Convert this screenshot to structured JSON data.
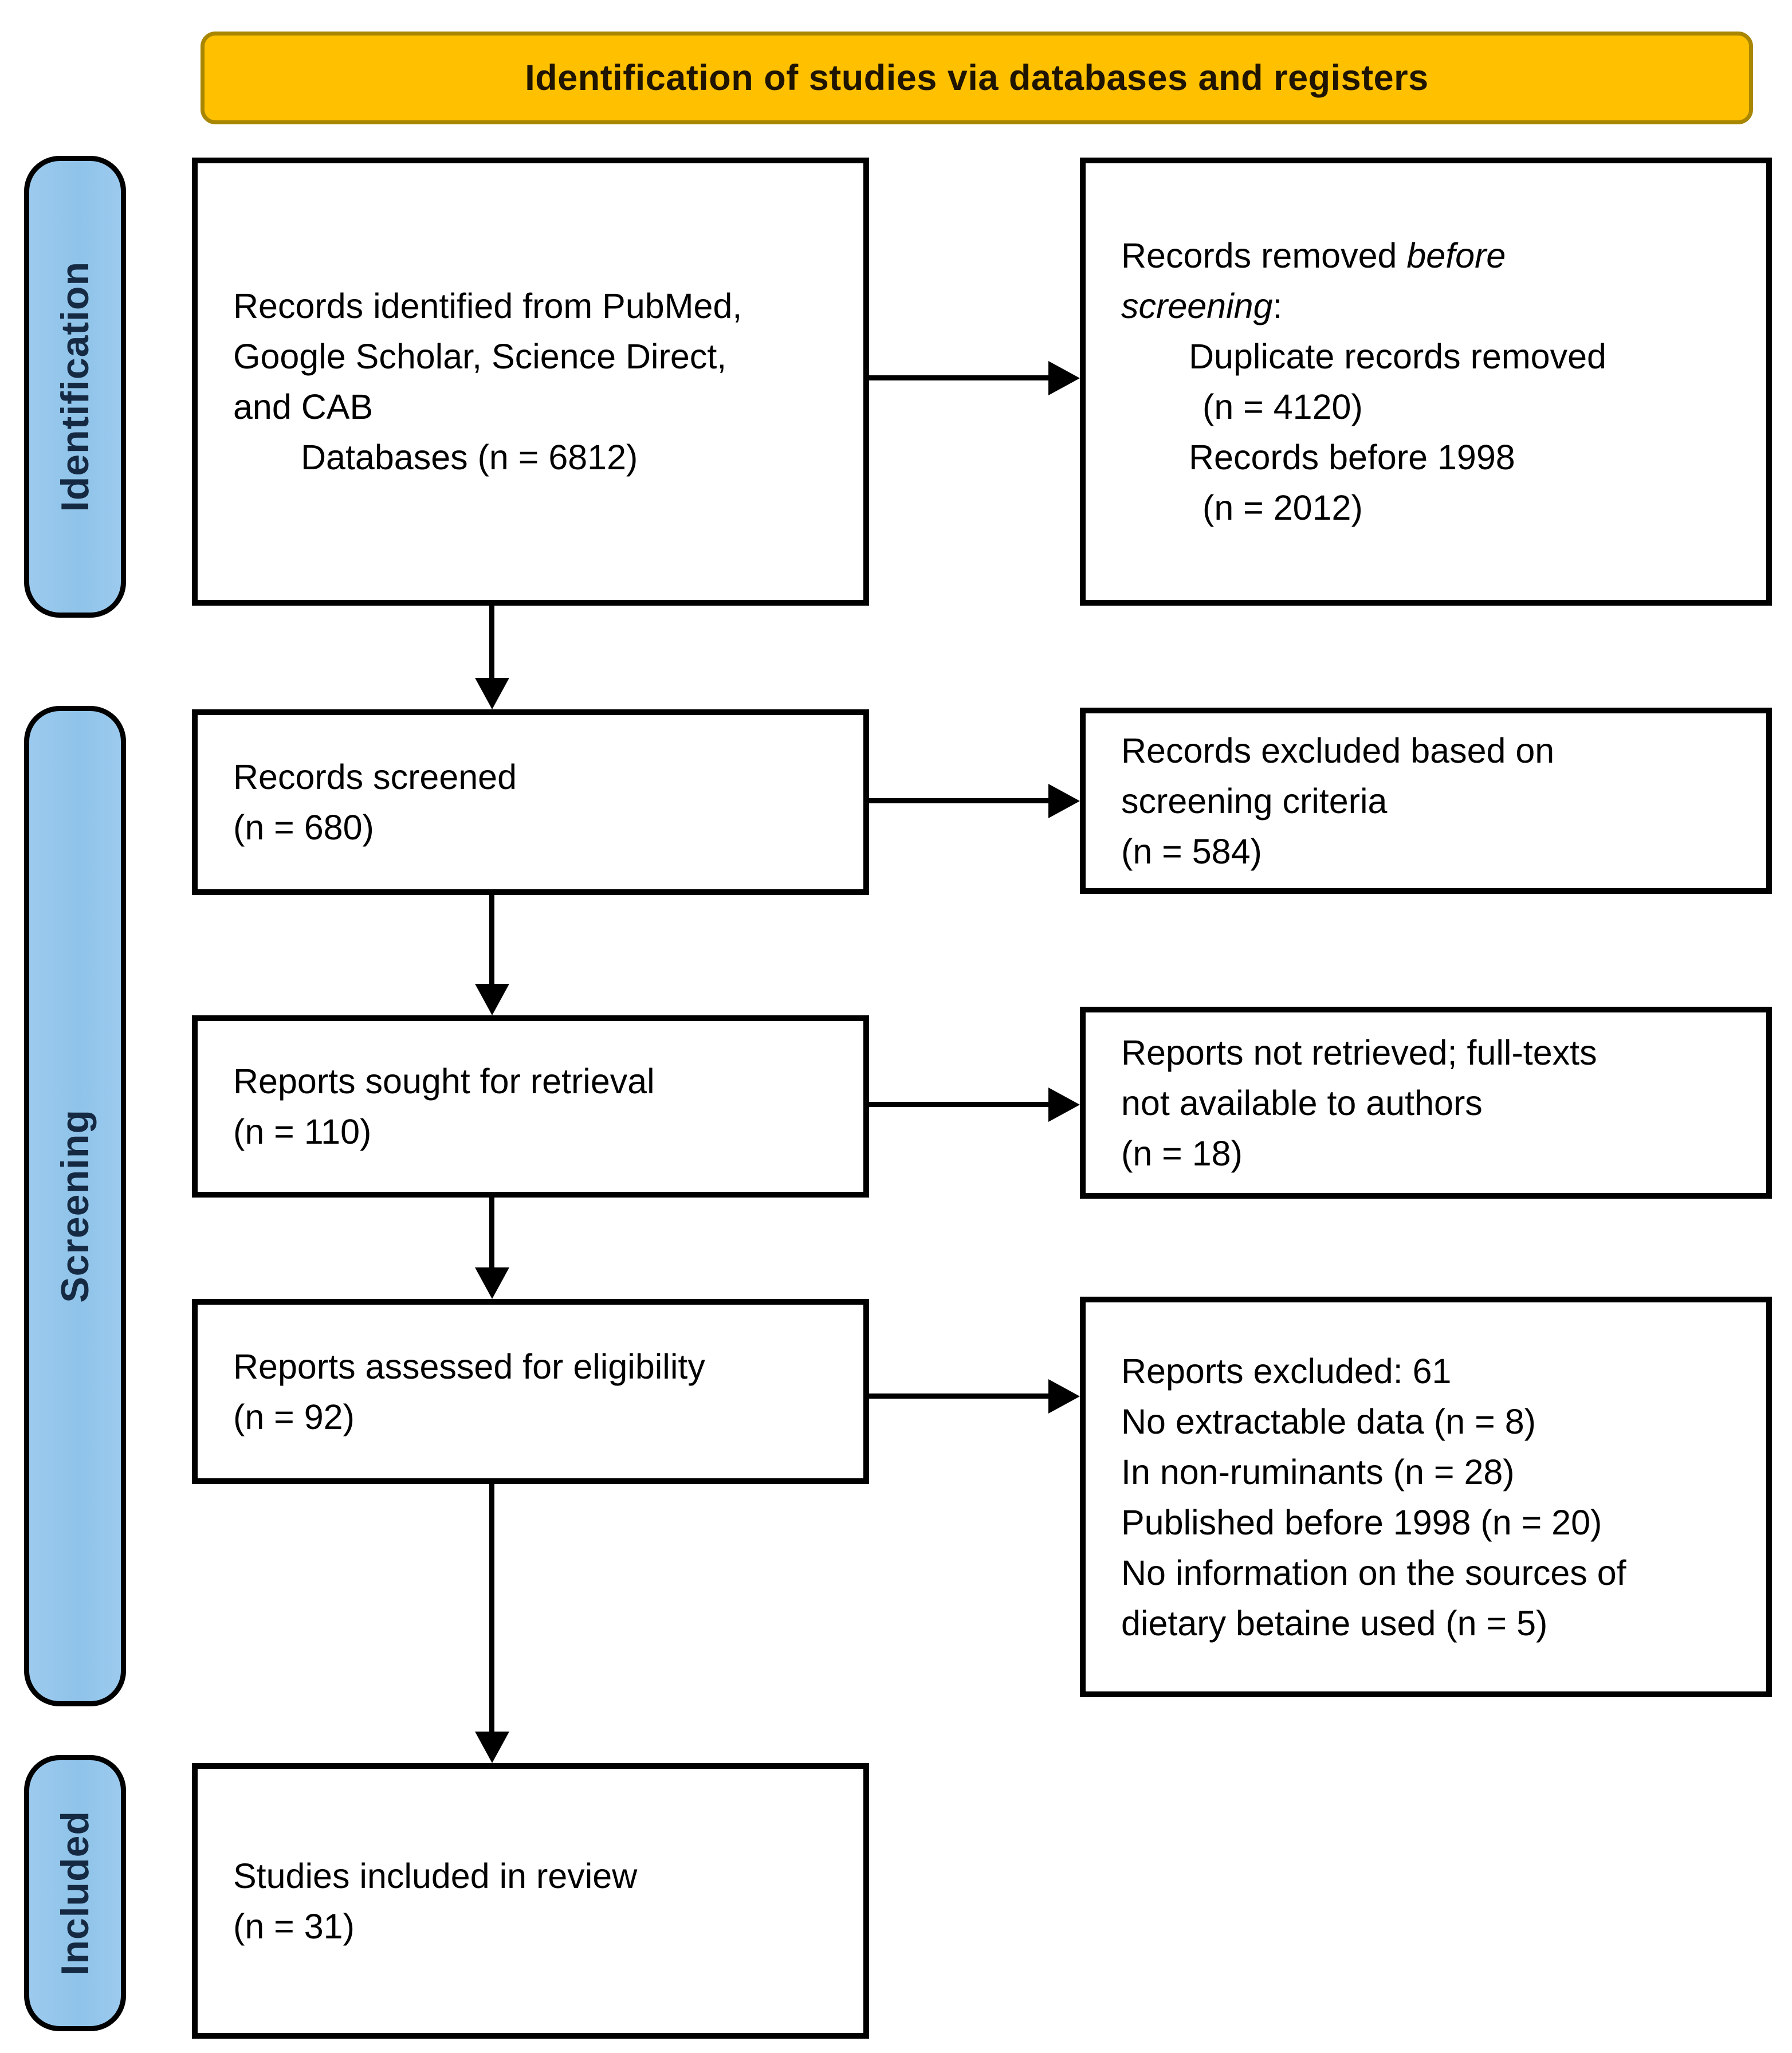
{
  "header": {
    "title": "Identification of studies via databases and registers"
  },
  "stages": [
    {
      "label": "Identification"
    },
    {
      "label": "Screening"
    },
    {
      "label": "Included"
    }
  ],
  "flow_boxes": [
    {
      "lines": [
        "Records identified from PubMed,",
        "Google Scholar, Science Direct,",
        "and CAB",
        "Databases (n = 6812)"
      ]
    },
    {
      "lines": [
        "Records screened",
        "(n = 680)"
      ]
    },
    {
      "lines": [
        "Reports sought for retrieval",
        "(n = 110)"
      ]
    },
    {
      "lines": [
        "Reports assessed for eligibility",
        "(n = 92)"
      ]
    },
    {
      "lines": [
        "Studies included in review",
        "(n = 31)"
      ]
    }
  ],
  "side_boxes": [
    {
      "lines": [
        {
          "pre": "Records removed ",
          "it": "before"
        },
        {
          "it": "screening",
          "post": ":"
        },
        "Duplicate records removed",
        "(n = 4120)",
        "Records before 1998",
        "(n = 2012)"
      ]
    },
    {
      "lines": [
        "Records excluded based on",
        "screening criteria",
        "(n = 584)"
      ]
    },
    {
      "lines": [
        "Reports not retrieved; full-texts",
        "not available to authors",
        "(n = 18)"
      ]
    },
    {
      "lines": [
        "Reports excluded: 61",
        "No extractable data (n = 8)",
        "In non-ruminants (n = 28)",
        "Published before 1998 (n = 20)",
        "No information on the sources of",
        "dietary betaine used (n = 5)"
      ]
    }
  ],
  "colors": {
    "banner_fill": "#FFC000",
    "banner_border": "#A98600",
    "stage_fill": "#8FC3E9",
    "stage_border": "#000000",
    "stage_text": "#152A42",
    "box_border": "#000000",
    "arrow": "#000000"
  }
}
